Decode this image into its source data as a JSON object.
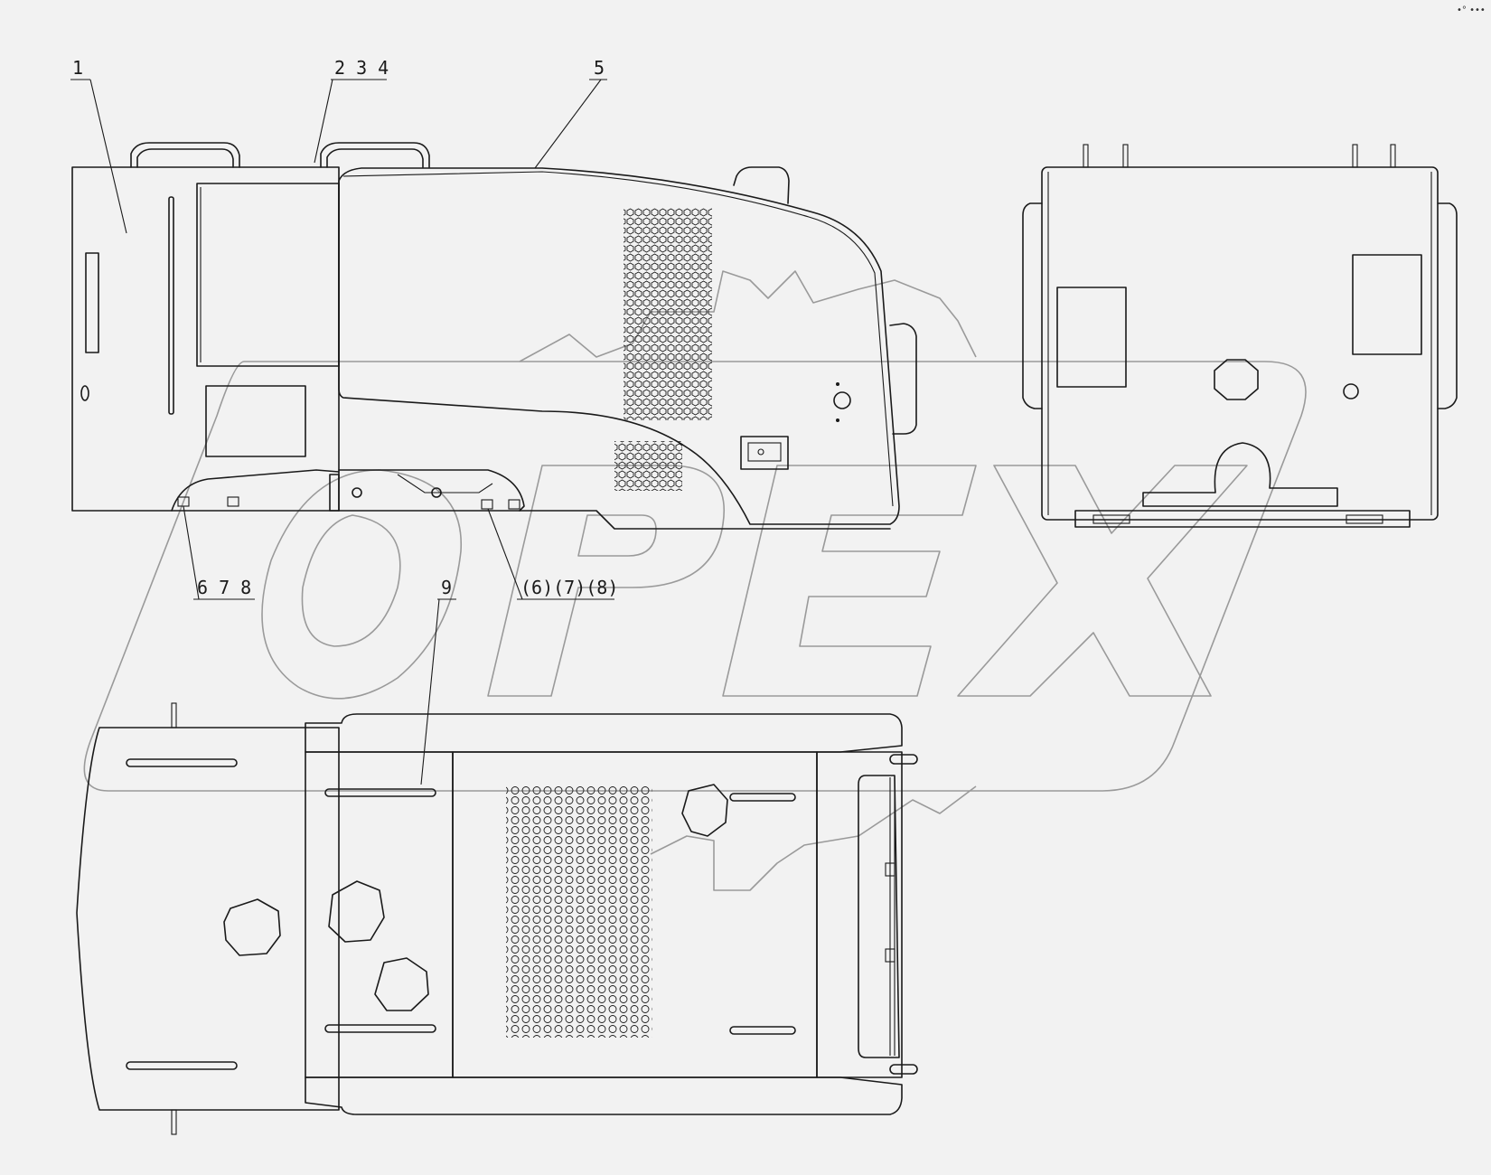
{
  "callouts": {
    "c1": "1",
    "c234": "2 3 4",
    "c5": "5",
    "c678": "6 7 8",
    "c678b": "(6)(7)(8)",
    "c9": "9"
  },
  "watermark": {
    "text": "OPEX"
  },
  "corner_mark": "•° •••"
}
